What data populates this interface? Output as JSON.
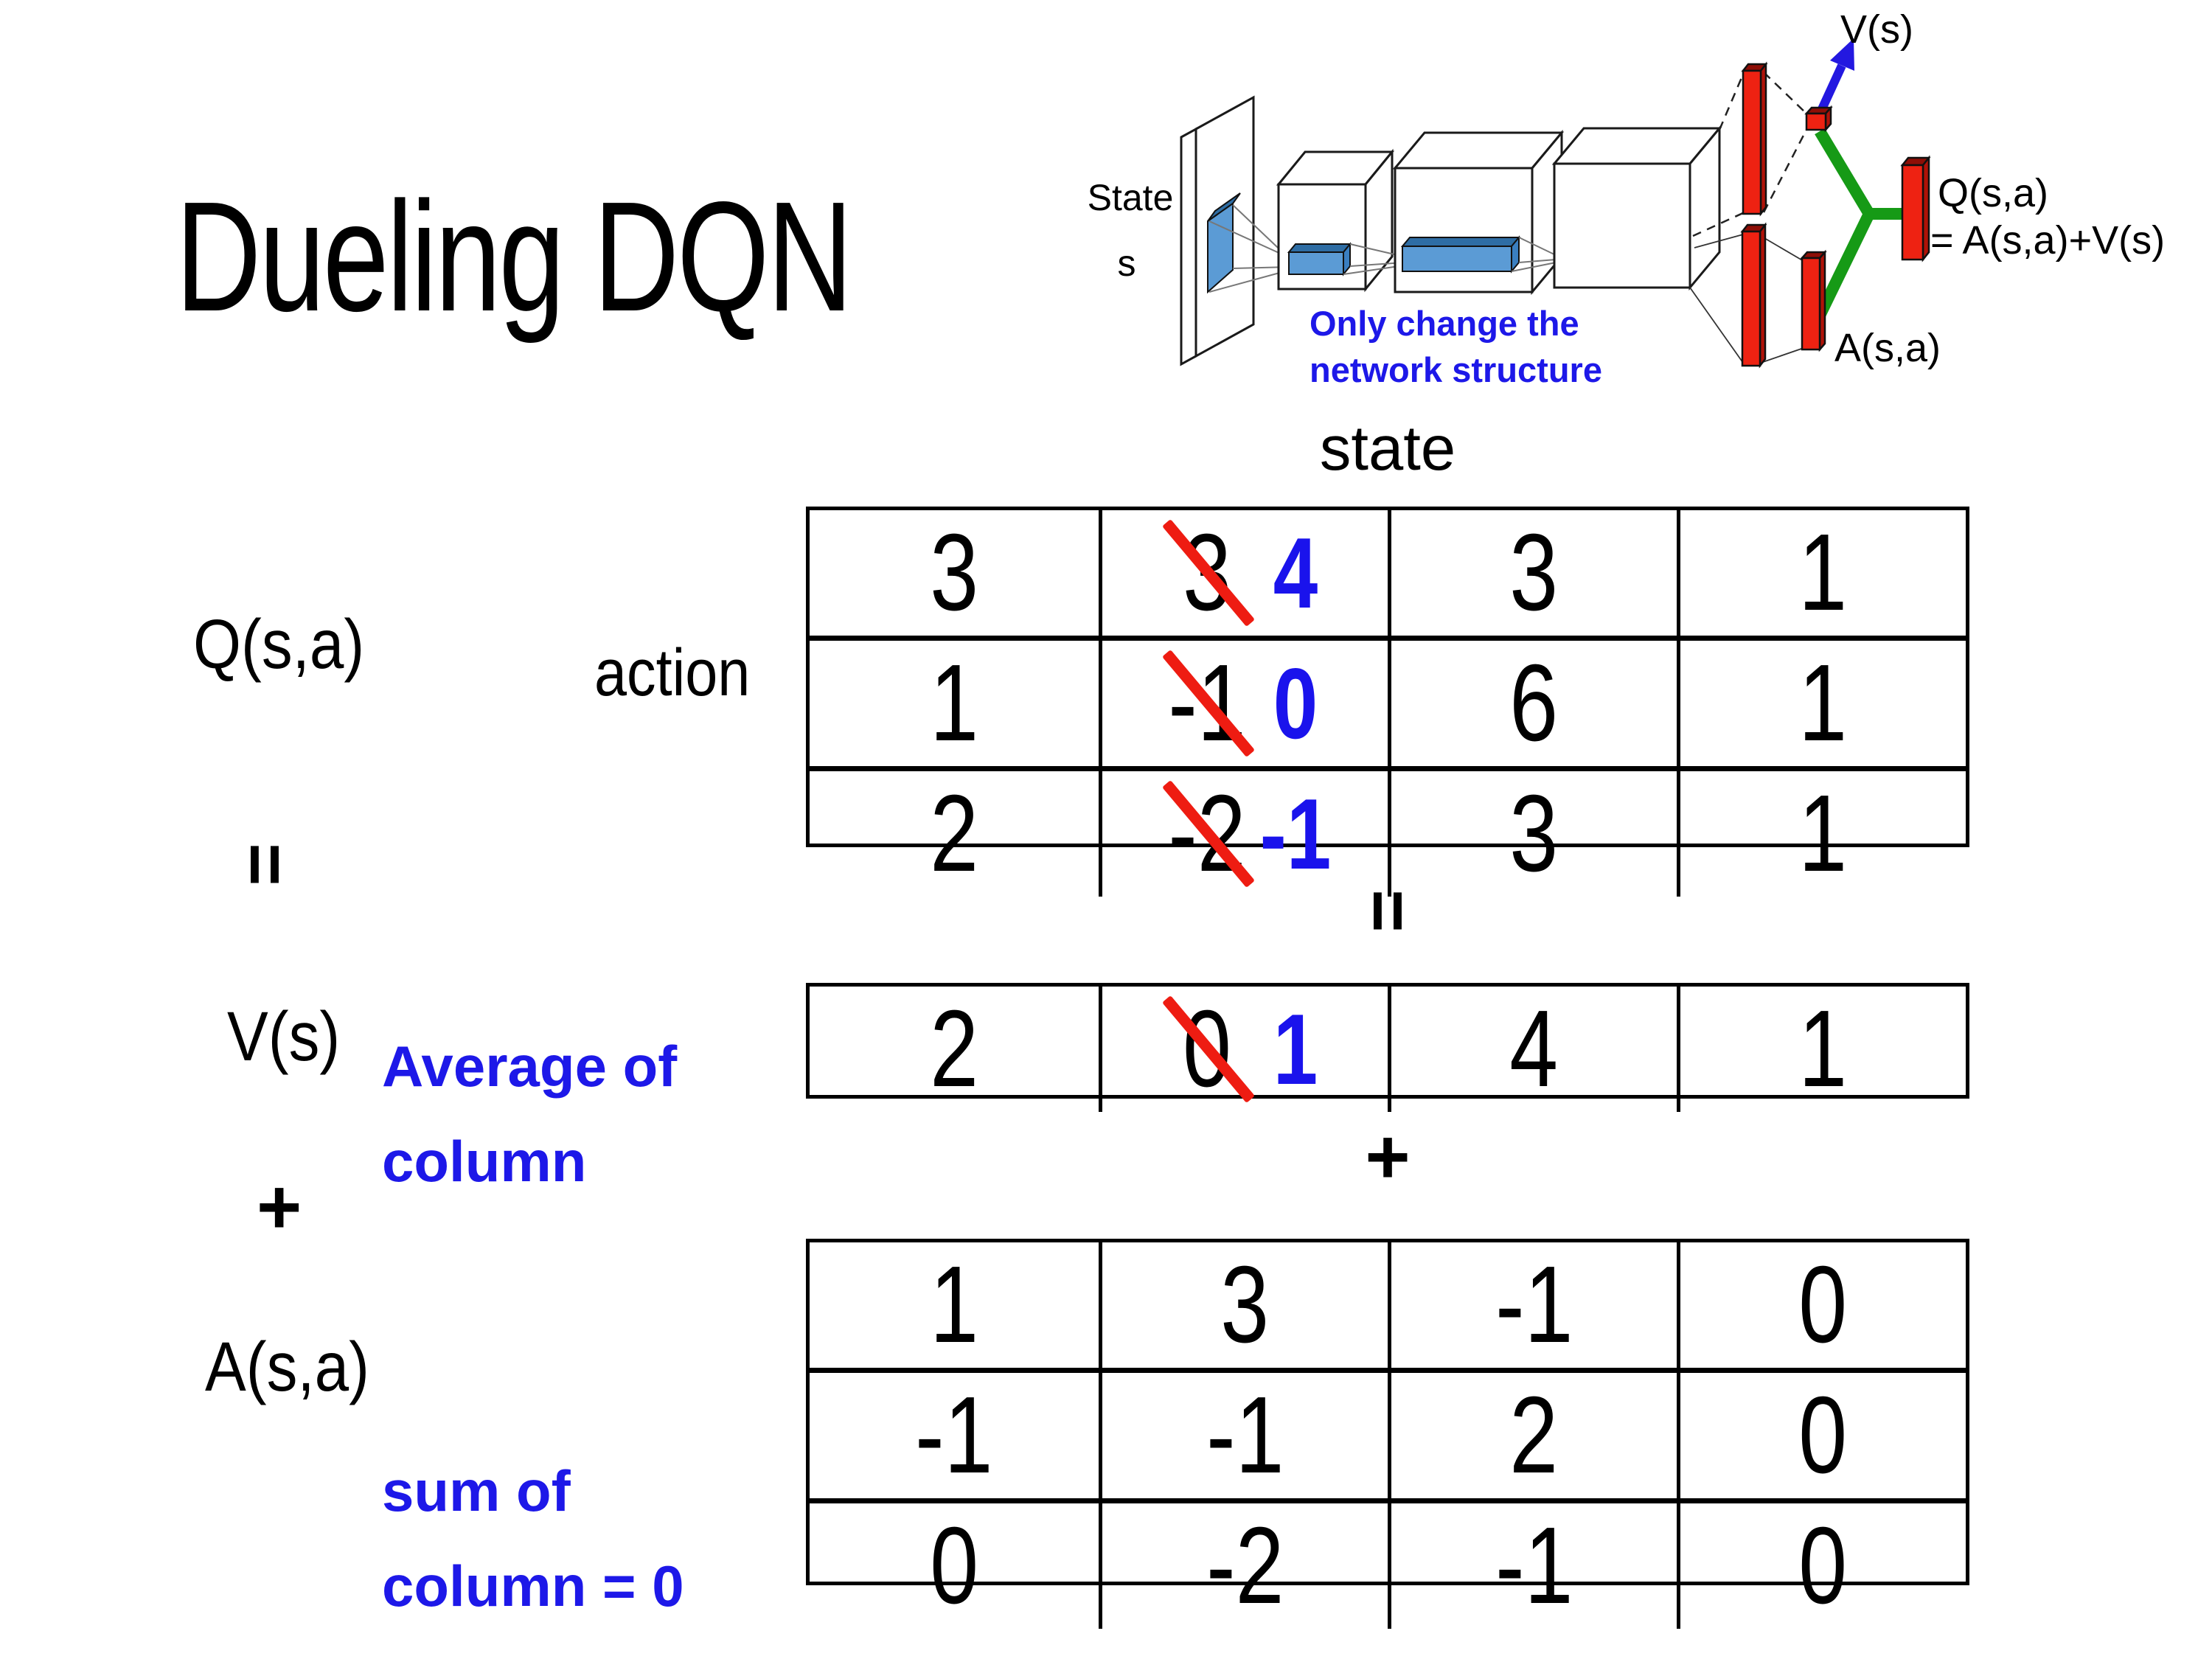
{
  "title": "Dueling DQN",
  "colors": {
    "annotation_blue": "#1d18e8",
    "number_blue": "#1a13ec",
    "strike_red": "#ee1c12",
    "bar_red": "#ee2212",
    "merge_green": "#169a16",
    "filter_blue": "#5b9bd5"
  },
  "diagram": {
    "state_line1": "State",
    "state_line2": "s",
    "note_line1": "Only change the",
    "note_line2": "network structure",
    "v_out": "V(s)",
    "q_out": "Q(s,a)",
    "q_formula": "= A(s,a)+V(s)",
    "a_out": "A(s,a)"
  },
  "equation": {
    "q": "Q(s,a)",
    "action": "action",
    "state": "state",
    "equals_left": "=",
    "equals_mid": "=",
    "v": "V(s)",
    "plus_left": "+",
    "plus_mid": "+",
    "a": "A(s,a)",
    "avg_line1": "Average of",
    "avg_line2": "column",
    "sum_line1": "sum of",
    "sum_line2": "column = 0"
  },
  "q_table": [
    [
      "3",
      {
        "old": "3",
        "new": "4"
      },
      "3",
      "1"
    ],
    [
      "1",
      {
        "old": "-1",
        "new": "0"
      },
      "6",
      "1"
    ],
    [
      "2",
      {
        "old": "-2",
        "new": "-1"
      },
      "3",
      "1"
    ]
  ],
  "v_table": [
    "2",
    {
      "old": "0",
      "new": "1"
    },
    "4",
    "1"
  ],
  "a_table": [
    [
      "1",
      "3",
      "-1",
      "0"
    ],
    [
      "-1",
      "-1",
      "2",
      "0"
    ],
    [
      "0",
      "-2",
      "-1",
      "0"
    ]
  ]
}
